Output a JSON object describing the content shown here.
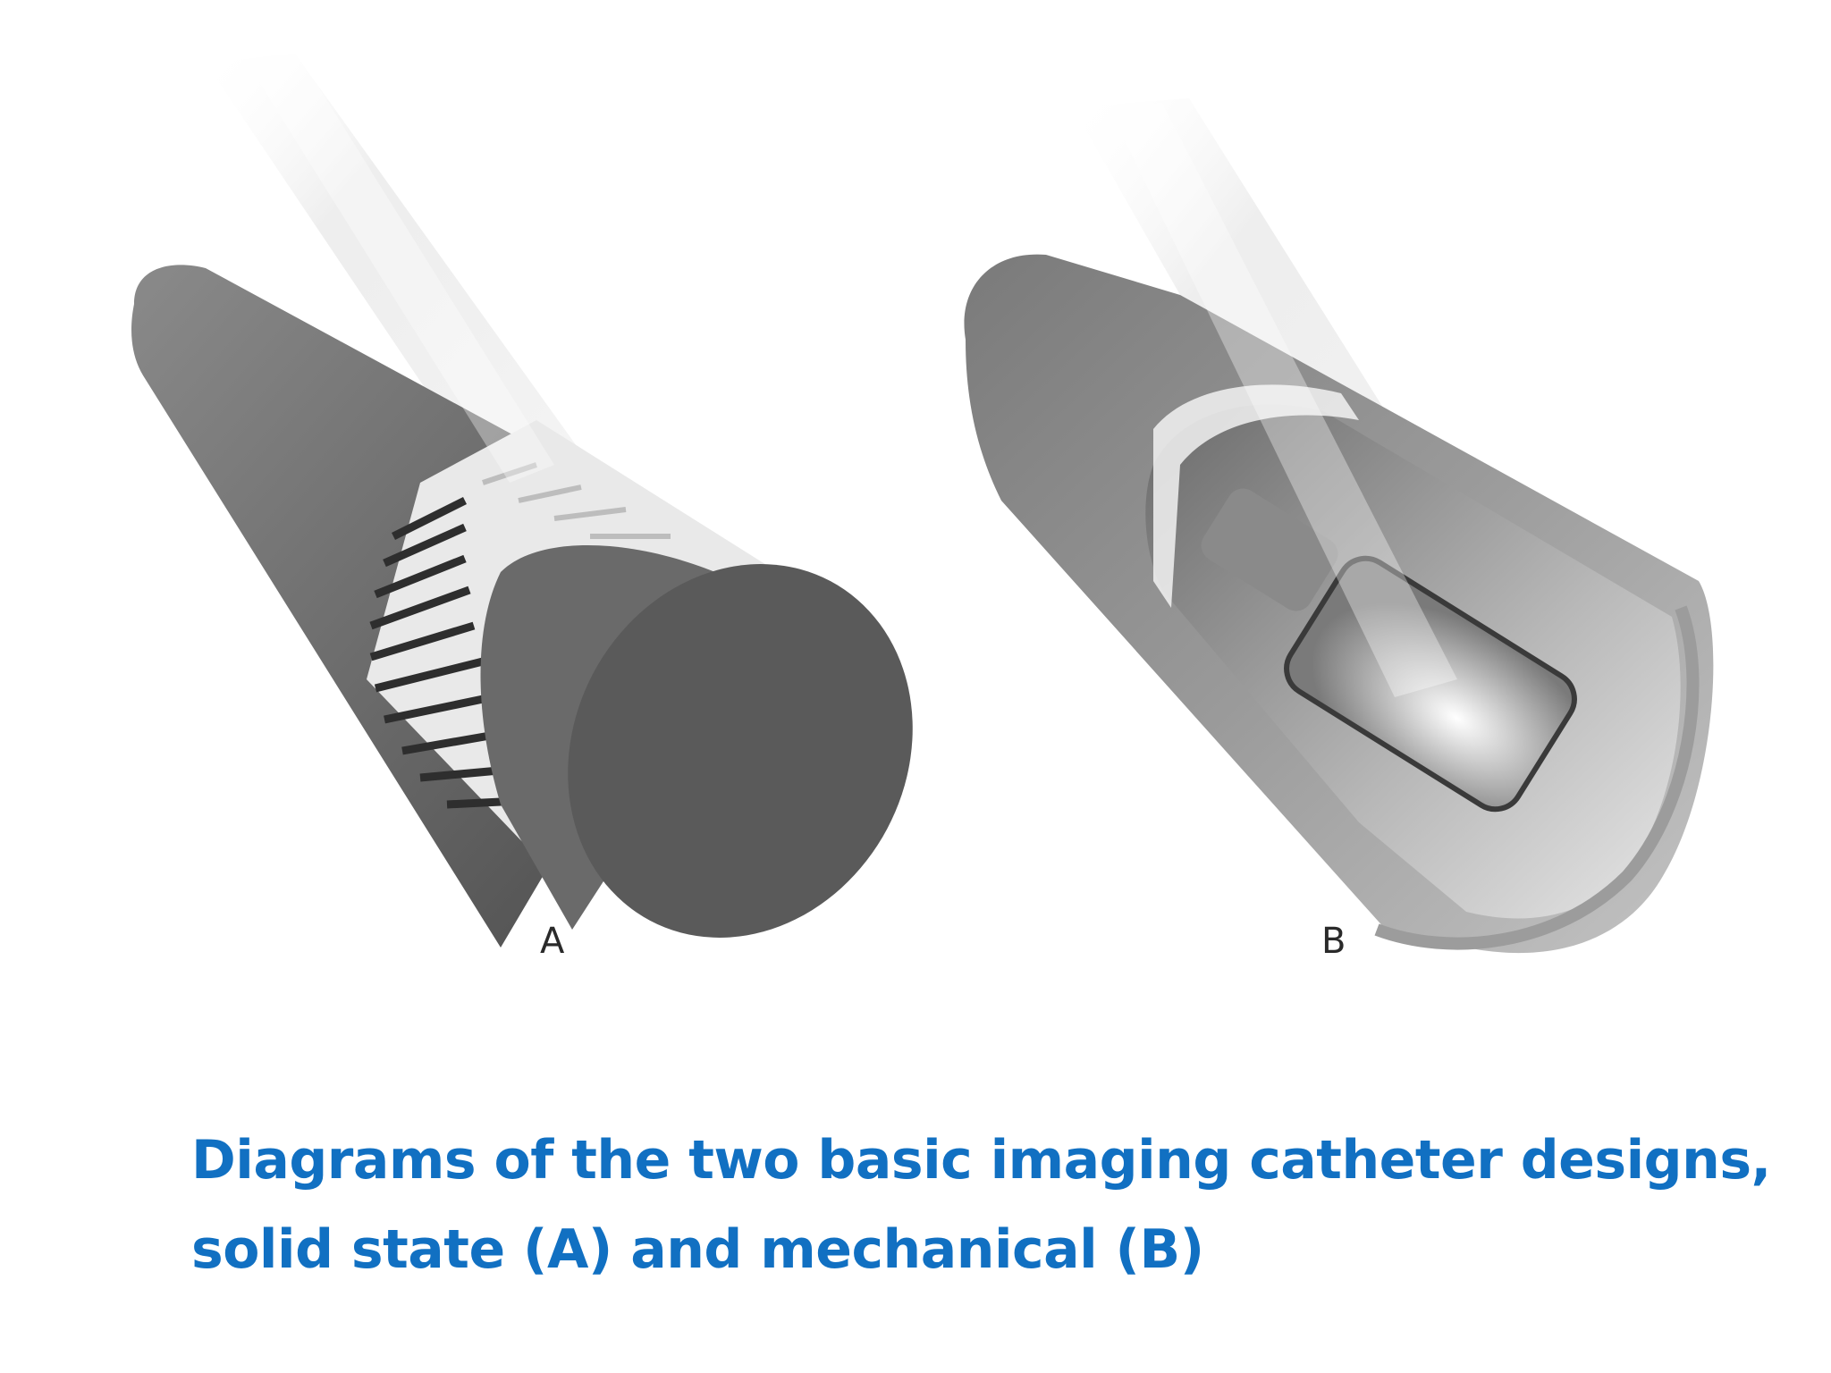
{
  "figure": {
    "panel_a_label": "A",
    "panel_b_label": "B"
  },
  "caption": {
    "line1": "Diagrams of the two basic imaging catheter designs,",
    "line2": "solid state (A) and mechanical (B)"
  },
  "colors": {
    "caption": "#1170c2",
    "background": "#ffffff",
    "catheter_dark": "#5a5a5a",
    "catheter_light": "#d9d9d9"
  }
}
